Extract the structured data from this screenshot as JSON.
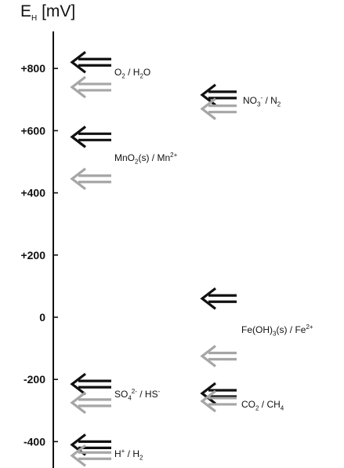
{
  "axis": {
    "title_main": "E",
    "title_sub": "H",
    "title_unit": " [mV]",
    "ticks": [
      {
        "value": 800,
        "label": "+800"
      },
      {
        "value": 600,
        "label": "+600"
      },
      {
        "value": 400,
        "label": "+400"
      },
      {
        "value": 200,
        "label": "+200"
      },
      {
        "value": 0,
        "label": "0"
      },
      {
        "value": -200,
        "label": "-200"
      },
      {
        "value": -400,
        "label": "-400"
      }
    ]
  },
  "colors": {
    "black_arrow": "#111111",
    "gray_arrow": "#a6a6a6",
    "axis": "#111111"
  },
  "couples": [
    {
      "id": "o2-h2o",
      "parts": [
        {
          "t": "O"
        },
        {
          "sub": "2"
        },
        {
          "t": " / H"
        },
        {
          "sub": "2"
        },
        {
          "t": "O"
        }
      ]
    },
    {
      "id": "no3-n2",
      "parts": [
        {
          "t": "NO"
        },
        {
          "sub": "3"
        },
        {
          "sup": "-"
        },
        {
          "t": " / N"
        },
        {
          "sub": "2"
        }
      ]
    },
    {
      "id": "mno2-mn2",
      "parts": [
        {
          "t": "MnO"
        },
        {
          "sub": "2"
        },
        {
          "t": "(s) / Mn"
        },
        {
          "sup": "2+"
        }
      ]
    },
    {
      "id": "feoh3-fe2",
      "parts": [
        {
          "t": "Fe(OH)"
        },
        {
          "sub": "3"
        },
        {
          "t": "(s) / Fe"
        },
        {
          "sup": "2+"
        }
      ]
    },
    {
      "id": "so4-hs",
      "parts": [
        {
          "t": "SO"
        },
        {
          "sub": "4"
        },
        {
          "sup": "2-"
        },
        {
          "t": " / HS"
        },
        {
          "sup": "-"
        }
      ]
    },
    {
      "id": "co2-ch4",
      "parts": [
        {
          "t": "CO"
        },
        {
          "sub": "2"
        },
        {
          "t": " / CH"
        },
        {
          "sub": "4"
        }
      ]
    },
    {
      "id": "h-h2",
      "parts": [
        {
          "t": "H"
        },
        {
          "sup": "+"
        },
        {
          "t": " / H"
        },
        {
          "sub": "2"
        }
      ]
    }
  ],
  "arrows": [
    {
      "id": "o2-black",
      "column": "left",
      "value": 820,
      "tone": "black"
    },
    {
      "id": "o2-gray",
      "column": "left",
      "value": 740,
      "tone": "gray"
    },
    {
      "id": "no3-black",
      "column": "right",
      "value": 715,
      "tone": "black"
    },
    {
      "id": "no3-gray",
      "column": "right",
      "value": 670,
      "tone": "gray"
    },
    {
      "id": "mno2-black",
      "column": "left",
      "value": 580,
      "tone": "black"
    },
    {
      "id": "mno2-gray",
      "column": "left",
      "value": 445,
      "tone": "gray"
    },
    {
      "id": "fe-black",
      "column": "right",
      "value": 60,
      "tone": "black"
    },
    {
      "id": "fe-gray",
      "column": "right",
      "value": -125,
      "tone": "gray"
    },
    {
      "id": "so4-black",
      "column": "left",
      "value": -215,
      "tone": "black"
    },
    {
      "id": "so4-gray",
      "column": "left",
      "value": -275,
      "tone": "gray"
    },
    {
      "id": "co2-black",
      "column": "right",
      "value": -245,
      "tone": "black"
    },
    {
      "id": "co2-gray",
      "column": "right",
      "value": -270,
      "tone": "gray"
    },
    {
      "id": "h-black",
      "column": "left",
      "value": -410,
      "tone": "black"
    },
    {
      "id": "h-gray",
      "column": "left",
      "value": -445,
      "tone": "gray"
    }
  ]
}
